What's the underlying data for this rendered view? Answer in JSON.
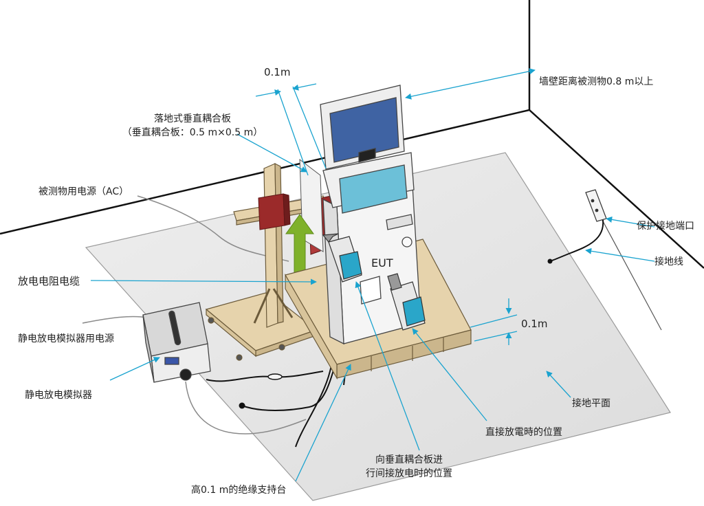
{
  "labels": {
    "dim_top": "0.1m",
    "dim_side": "0.1m",
    "wall_distance": "墙壁距离被测物0.8 m以上",
    "vcp_title": "落地式垂直耦合板",
    "vcp_size": "（垂直耦合板：0.5 m×0.5 m）",
    "eut_power": "被测物用电源（AC）",
    "resistor_cable": "放电电阻电缆",
    "esd_power": "静电放电模拟器用电源",
    "esd_gun": "静电放电模拟器",
    "insulating_support": "高0.1 m的绝缘支持台",
    "vcp_discharge_line1": "向垂直耦合板进",
    "vcp_discharge_line2": "行间接放电时的位置",
    "direct_discharge": "直接放電時的位置",
    "ground_plane": "接地平面",
    "ground_wire": "接地线",
    "ground_terminal": "保护接地端口",
    "eut": "EUT"
  },
  "colors": {
    "callout": "#1aa3cf",
    "vcp_plate": "#9b2a2a",
    "wood": "#e6d3ac",
    "screen_top": "#3f63a3",
    "screen_bottom": "#6cc0d8",
    "arrow_green": "#7fb12a",
    "ground_plane": "#e9e9e9"
  }
}
